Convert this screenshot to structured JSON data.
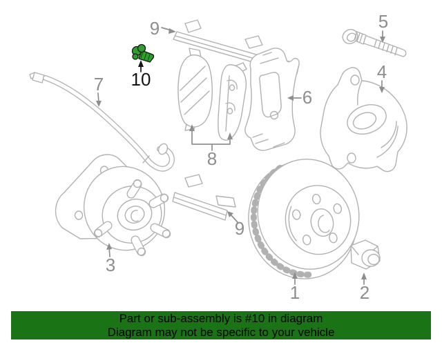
{
  "diagram": {
    "callouts": [
      {
        "label": "9",
        "part": "pad-retainer-clip-upper"
      },
      {
        "label": "10",
        "part": "pad-wear-sensor-bolt",
        "highlighted": true
      },
      {
        "label": "7",
        "part": "brake-hose"
      },
      {
        "label": "5",
        "part": "caliper-guide-pin-bolt"
      },
      {
        "label": "4",
        "part": "brake-caliper"
      },
      {
        "label": "6",
        "part": "caliper-mounting-bracket"
      },
      {
        "label": "8",
        "part": "brake-pad-set"
      },
      {
        "label": "9",
        "part": "pad-retainer-clip-lower"
      },
      {
        "label": "3",
        "part": "wheel-hub-assembly"
      },
      {
        "label": "1",
        "part": "brake-rotor"
      },
      {
        "label": "2",
        "part": "lug-nut"
      }
    ]
  },
  "banner": {
    "line1": "Part or sub-assembly is #10 in diagram",
    "line2": "Diagram may not be specific to your vehicle"
  },
  "colors": {
    "art_line": "#b1b1b1",
    "callout_text": "#8e8e8e",
    "highlight_green": "#2f9e2f",
    "banner_green": "#1a7415",
    "banner_text": "#000000",
    "page_bg": "#ffffff"
  }
}
